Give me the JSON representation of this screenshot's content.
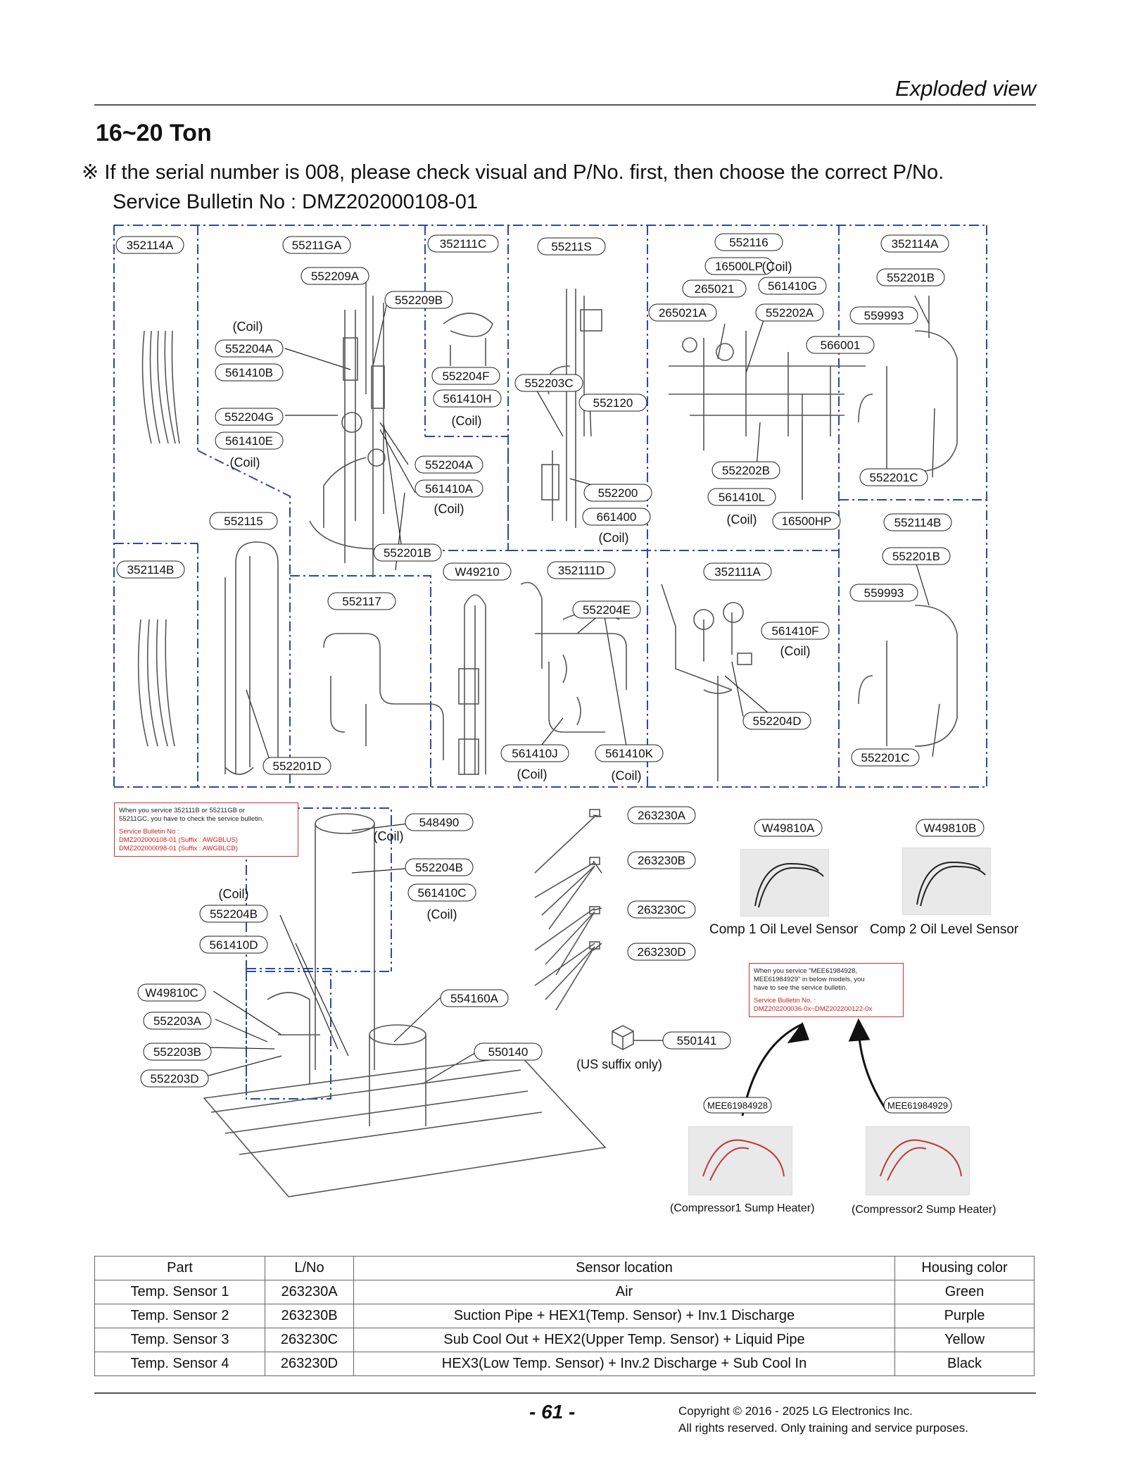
{
  "header": {
    "section": "Exploded view"
  },
  "title": "16~20 Ton",
  "notes": {
    "line1": "※ If the serial number is 008, please check visual and P/No. first, then choose the correct P/No.",
    "line2": "Service Bulletin No : DMZ202000108-01"
  },
  "callouts": {
    "c01": "352114A",
    "c02": "55211GA",
    "c03": "552209A",
    "c04": "552209B",
    "c05": "352111C",
    "c06": "55211S",
    "c07": "552116",
    "c08": "16500LP",
    "c09": "265021",
    "c10": "561410G",
    "c11": "265021A",
    "c12": "552202A",
    "c13": "352114A",
    "c14": "552201B",
    "c15": "559993",
    "c16": "566001",
    "c17": "552204A",
    "c18": "561410B",
    "c19": "552204F",
    "c20": "552203C",
    "c21": "561410H",
    "c22": "552120",
    "c23": "552204G",
    "c24": "561410E",
    "c25": "552204A",
    "c26": "561410A",
    "c27": "552202B",
    "c28": "552201C",
    "c29": "552200",
    "c30": "561410L",
    "c31": "661400",
    "c32": "552115",
    "c33": "16500HP",
    "c34": "552114B",
    "c35": "552201B",
    "c36": "352114B",
    "c37": "W49210",
    "c38": "352111D",
    "c39": "352111A",
    "c40": "552201B",
    "c41": "552117",
    "c42": "552204E",
    "c43": "559993",
    "c44": "561410F",
    "c45": "552204D",
    "c46": "561410J",
    "c47": "561410K",
    "c48": "552201C",
    "c49": "552201D",
    "c50": "548490",
    "c51": "263230A",
    "c52": "W49810A",
    "c53": "W49810B",
    "c54": "552204B",
    "c55": "263230B",
    "c56": "561410C",
    "c57": "552204B",
    "c58": "263230C",
    "c59": "561410D",
    "c60": "263230D",
    "c61": "W49810C",
    "c62": "554160A",
    "c63": "552203A",
    "c64": "552203B",
    "c65": "550140",
    "c66": "550141",
    "c67": "552203D",
    "c68": "MEE61984928",
    "c69": "MEE61984929"
  },
  "plain_labels": {
    "p01": "(Coil)",
    "p02": "(Coil)",
    "p03": "(Coil)",
    "p04": "(Coil)",
    "p05": "(Coil)",
    "p06": "(Coil)",
    "p07": "(Coil)",
    "p08": "(Coil)",
    "p09": "(Coil)",
    "p10": "(Coil)",
    "p11": "(Coil)",
    "p12": "(Coil)",
    "p13": "(Coil)",
    "p14": "(US suffix only)"
  },
  "bulletin1": {
    "line1": "When you service 352111B or 55211GB or",
    "line2": "55211GC, you have to check the service bulletin.",
    "line3": "Service Bulletin No :",
    "line4": "DMZ202000108-01 (Suffix : AWGBLUS)",
    "line5": "DMZ202000098-01 (Suffix : AWGBLCB)"
  },
  "bulletin2": {
    "line1": "When you service \"MEE61984928,",
    "line2": "MEE61984929\" in below models, you",
    "line3": "have to see the service bulletin.",
    "line4": "Service Bulletin No. :",
    "line5": "DMZ202200036-0x~DMZ202200122-0x"
  },
  "photos": {
    "oil1": "Comp 1 Oil Level Sensor",
    "oil2": "Comp 2 Oil Level Sensor",
    "heater1": "(Compressor1 Sump Heater)",
    "heater2": "(Compressor2 Sump Heater)"
  },
  "table": {
    "headers": [
      "Part",
      "L/No",
      "Sensor location",
      "Housing color"
    ],
    "rows": [
      [
        "Temp. Sensor 1",
        "263230A",
        "Air",
        "Green"
      ],
      [
        "Temp. Sensor 2",
        "263230B",
        "Suction Pipe + HEX1(Temp. Sensor) + Inv.1  Discharge",
        "Purple"
      ],
      [
        "Temp. Sensor 3",
        "263230C",
        "Sub Cool Out + HEX2(Upper Temp. Sensor) + Liquid Pipe",
        "Yellow"
      ],
      [
        "Temp. Sensor 4",
        "263230D",
        "HEX3(Low Temp. Sensor) + Inv.2  Discharge + Sub Cool In",
        "Black"
      ]
    ]
  },
  "footer": {
    "page": "- 61 -",
    "copyright1": "Copyright © 2016 - 2025 LG Electronics Inc.",
    "copyright2": "All rights reserved. Only training and service purposes."
  }
}
